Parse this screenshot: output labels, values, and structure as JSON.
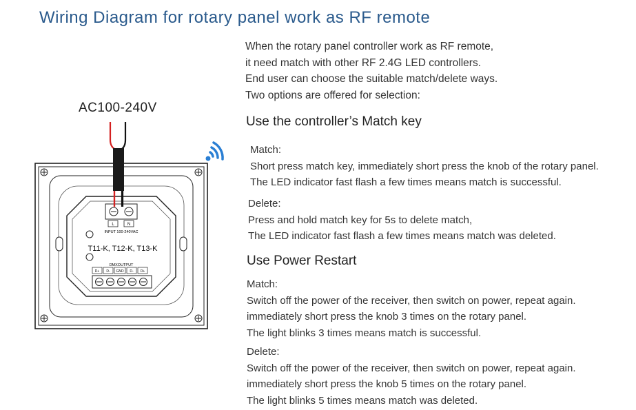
{
  "title": "Wiring Diagram for rotary panel work as RF remote",
  "intro": [
    "When the rotary panel controller work as RF remote,",
    "it need match with other RF 2.4G LED controllers.",
    "End user can choose the suitable match/delete ways.",
    "Two options are offered for selection:"
  ],
  "diagram": {
    "power_label": "AC100-240V",
    "terminal_top": [
      "L",
      "N"
    ],
    "input_label": "INPUT 100-240VAC",
    "model_label": "T11-K, T12-K, T13-K",
    "output_label": "DMXOUTPUT",
    "terminal_bottom": [
      "D+",
      "D-",
      "GND",
      "D-",
      "D+"
    ]
  },
  "section1": {
    "heading": "Use the controller’s Match key",
    "match_label": "Match:",
    "match_lines": [
      "Short press match key, immediately short press the knob of the rotary panel.",
      "The LED indicator fast flash a few times means match is successful."
    ],
    "delete_label": "Delete:",
    "delete_lines": [
      "Press and hold match key for 5s to delete match,",
      "The LED indicator fast flash a few times means match was deleted."
    ]
  },
  "section2": {
    "heading": "Use Power Restart",
    "match_label": "Match:",
    "match_lines": [
      "Switch off the power of the receiver, then switch on power, repeat again.",
      "immediately short press the knob 3 times on the rotary panel.",
      "The light blinks 3 times means match is successful."
    ],
    "delete_label": "Delete:",
    "delete_lines": [
      "Switch off the power of the receiver, then switch on power, repeat again.",
      "immediately short press the knob 5 times on the rotary panel.",
      "The light blinks 5 times means match was deleted."
    ]
  },
  "colors": {
    "title": "#2a5a8c",
    "wifi_icon": "#2a7fd4",
    "wire_red": "#d42020",
    "wire_black": "#111111"
  }
}
